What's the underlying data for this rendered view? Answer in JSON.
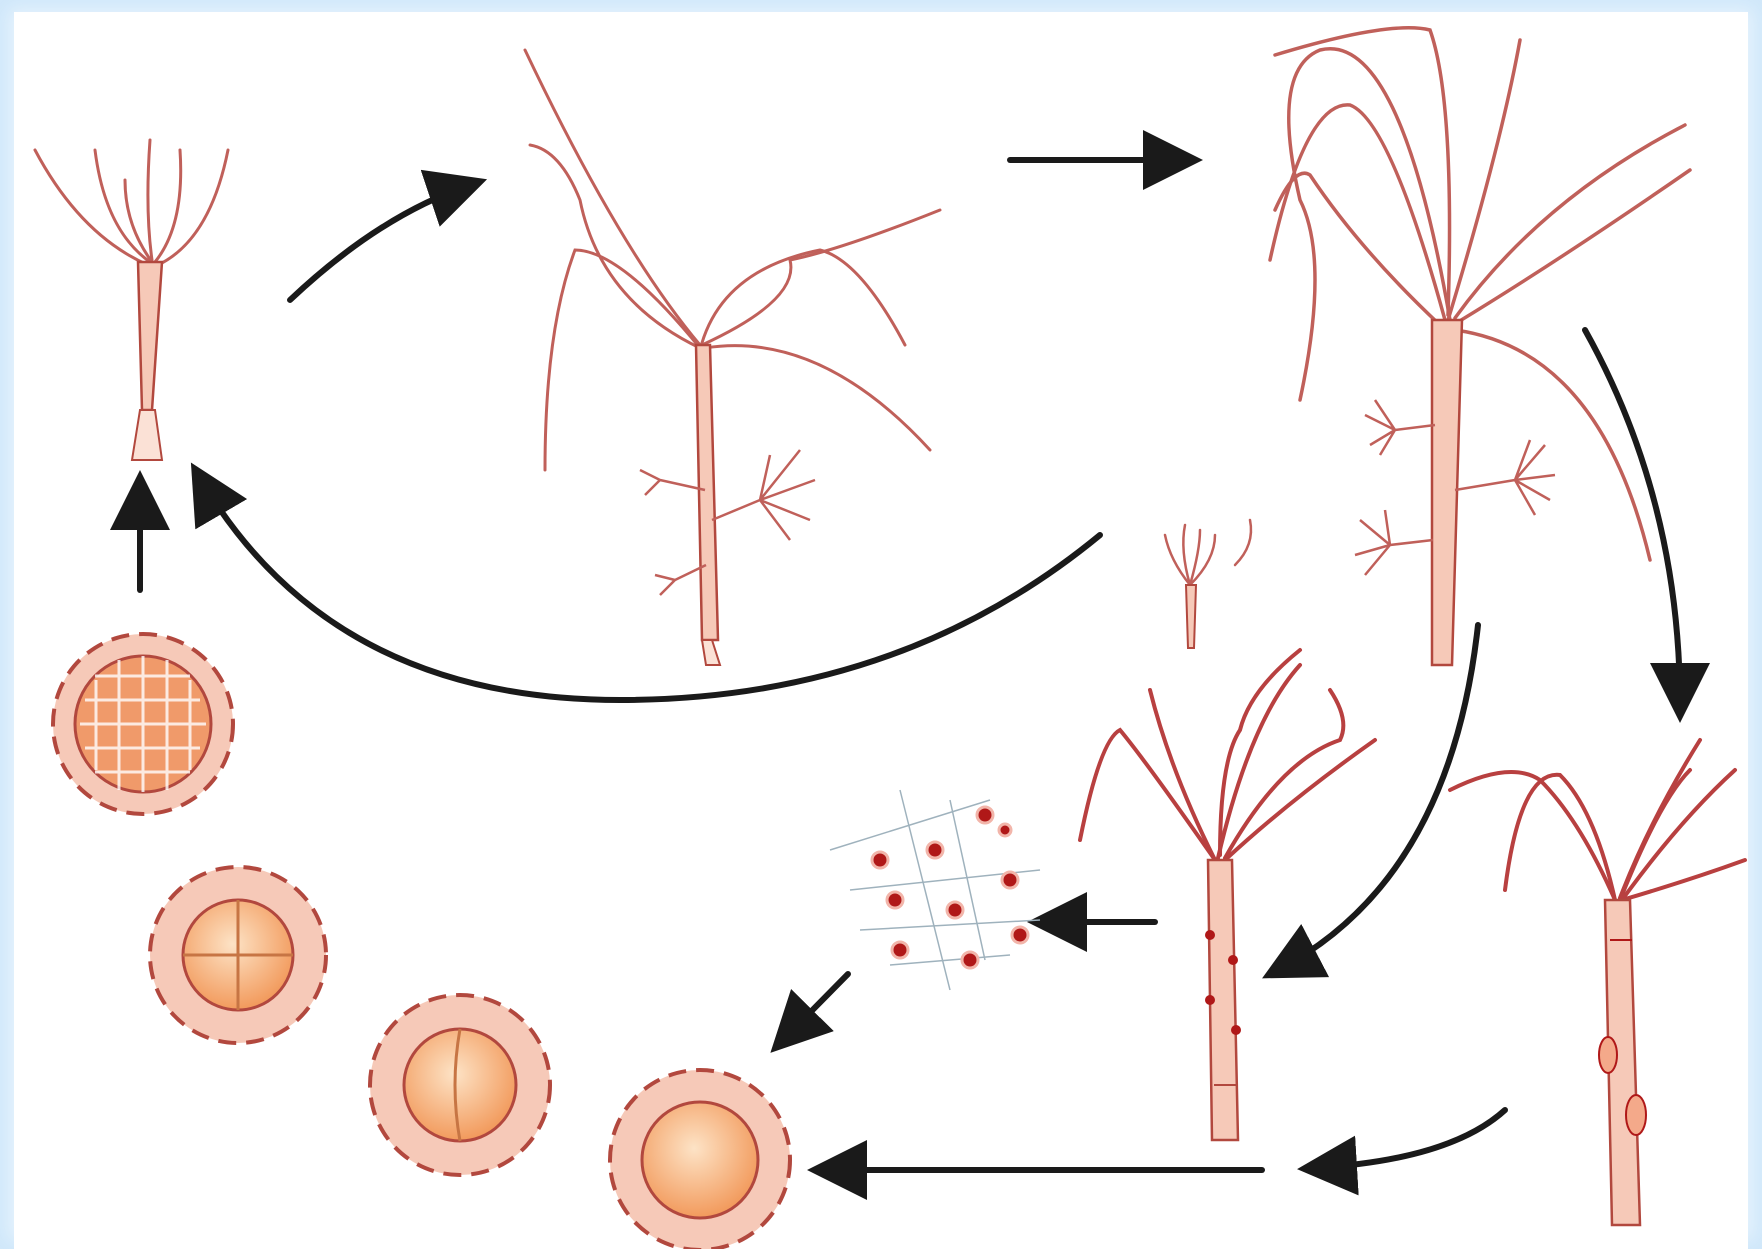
{
  "diagram": {
    "stages": [
      {
        "id": "young-polyp"
      },
      {
        "id": "budding-polyp"
      },
      {
        "id": "adult-polyp-with-buds"
      },
      {
        "id": "detached-bud"
      },
      {
        "id": "male-polyp-with-testes"
      },
      {
        "id": "female-polyp-with-ovary"
      },
      {
        "id": "sperm-cells"
      },
      {
        "id": "zygote"
      },
      {
        "id": "two-cell-embryo"
      },
      {
        "id": "four-cell-embryo"
      },
      {
        "id": "blastula-embryo"
      }
    ],
    "colors": {
      "background": "#ffffff",
      "border": "#d6ebfb",
      "polyp_fill": "#f6c9b8",
      "polyp_stroke": "#b2483e",
      "tentacle": "#c0605a",
      "gonad": "#b01818",
      "embryo_fill": "#f7a96e",
      "arrow": "#1a1a1a"
    }
  }
}
